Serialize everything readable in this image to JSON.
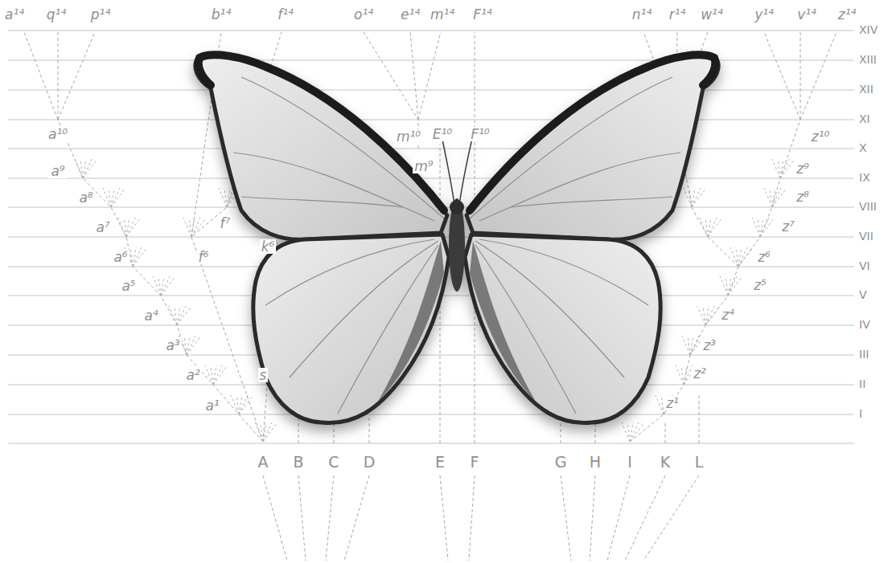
{
  "diagram": {
    "labels": [
      "a¹⁴",
      "q¹⁴",
      "p¹⁴",
      "b¹⁴",
      "f¹⁴",
      "o¹⁴",
      "e¹⁴",
      "m¹⁴",
      "F¹⁴",
      "n¹⁴",
      "r¹⁴",
      "w¹⁴",
      "y¹⁴",
      "v¹⁴",
      "z¹⁴",
      "XIV",
      "XIII",
      "XII",
      "XI",
      "X",
      "IX",
      "VIII",
      "VII",
      "VI",
      "V",
      "IV",
      "III",
      "II",
      "I",
      "a¹⁰",
      "a⁹",
      "a⁸",
      "a⁷",
      "a⁶",
      "a⁵",
      "a⁴",
      "a³",
      "a²",
      "a¹",
      "f⁷",
      "f⁶",
      "k⁶",
      "s",
      "m¹⁰",
      "E¹⁰",
      "F¹⁰",
      "m⁹",
      "z¹⁰",
      "z⁹",
      "z⁸",
      "z⁷",
      "z⁶",
      "z⁵",
      "z⁴",
      "z³",
      "z²",
      "z¹",
      "A",
      "B",
      "C",
      "D",
      "E",
      "F",
      "G",
      "H",
      "I",
      "K",
      "L"
    ]
  }
}
